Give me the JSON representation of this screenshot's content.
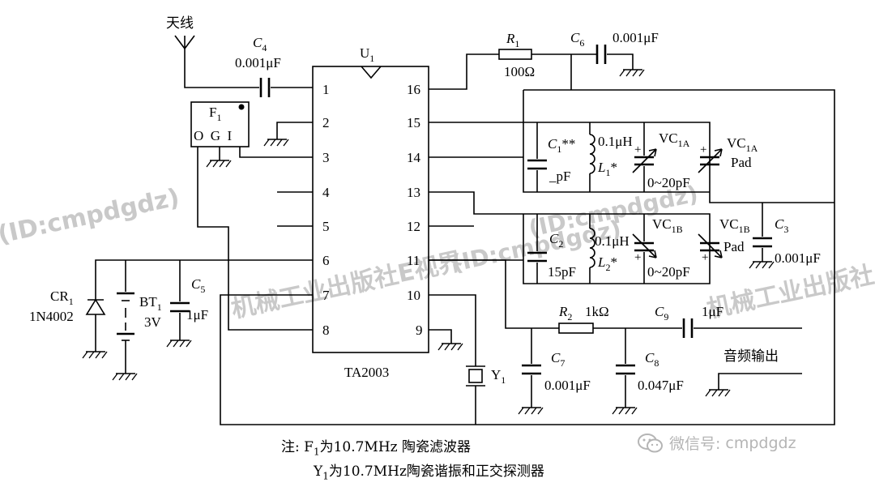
{
  "watermarks": {
    "publisher": "机械工业出版社E视界",
    "publisher_id": "(ID:cmpdgdz)",
    "publisher_right": "机械工业出版社",
    "id_left": "(ID:cmpdgdz)",
    "id_mid": "(ID:cmpdgdz)",
    "wechat_prefix": "微信号:",
    "wechat_id": "cmpdgdz"
  },
  "labels": {
    "antenna": "天线",
    "c4_name": "C",
    "c4_sub": "4",
    "c4_value": "0.001μF",
    "u1_name": "U",
    "u1_sub": "1",
    "r1_name": "R",
    "r1_sub": "1",
    "r1_value": "100Ω",
    "c6_name": "C",
    "c6_sub": "6",
    "c6_value": "0.001μF",
    "f1_name": "F",
    "f1_sub": "1",
    "f1_pins": "O  G  I",
    "c1_name": "C",
    "c1_sub": "1",
    "c1_stars": "**",
    "c1_value": "_pF",
    "l1_value": "0.1μH",
    "l1_name": "L",
    "l1_sub": "1",
    "l1_star": "*",
    "vc1a_name": "VC",
    "vc1a_sub": "1A",
    "vc1a_range": "0~20pF",
    "vc1a_pad_name": "VC",
    "vc1a_pad_sub": "1A",
    "vc1a_pad": "Pad",
    "c2_name": "C",
    "c2_sub": "2",
    "c2_value": "15pF",
    "l2_value": "0.1μH",
    "l2_name": "L",
    "l2_sub": "2",
    "l2_star": "*",
    "vc1b_name": "VC",
    "vc1b_sub": "1B",
    "vc1b_range": "0~20pF",
    "vc1b_pad_name": "VC",
    "vc1b_pad_sub": "1B",
    "vc1b_pad": "Pad",
    "c3_name": "C",
    "c3_sub": "3",
    "c3_value": "0.001μF",
    "cr1_name": "CR",
    "cr1_sub": "1",
    "cr1_part": "1N4002",
    "bt1_name": "BT",
    "bt1_sub": "1",
    "bt1_value": "3V",
    "c5_name": "C",
    "c5_sub": "5",
    "c5_value": "1μF",
    "chip": "TA2003",
    "y1_name": "Y",
    "y1_sub": "1",
    "r2_name": "R",
    "r2_sub": "2",
    "r2_value": "1kΩ",
    "c9_name": "C",
    "c9_sub": "9",
    "c9_value": "1μF",
    "audio_out": "音频输出",
    "c7_name": "C",
    "c7_sub": "7",
    "c7_value": "0.001μF",
    "c8_name": "C",
    "c8_sub": "8",
    "c8_value": "0.047μF",
    "plus": "+"
  },
  "pins_left": [
    "1",
    "2",
    "3",
    "4",
    "5",
    "6",
    "7",
    "8"
  ],
  "pins_right": [
    "16",
    "15",
    "14",
    "13",
    "12",
    "11",
    "10",
    "9"
  ],
  "notes": {
    "line1_prefix": "注: F",
    "line1_sub": "1",
    "line1_text": "为10.7MHz 陶瓷滤波器",
    "line2_prefix": "Y",
    "line2_sub": "1",
    "line2_text": "为10.7MHz陶瓷谐振和正交探测器"
  }
}
